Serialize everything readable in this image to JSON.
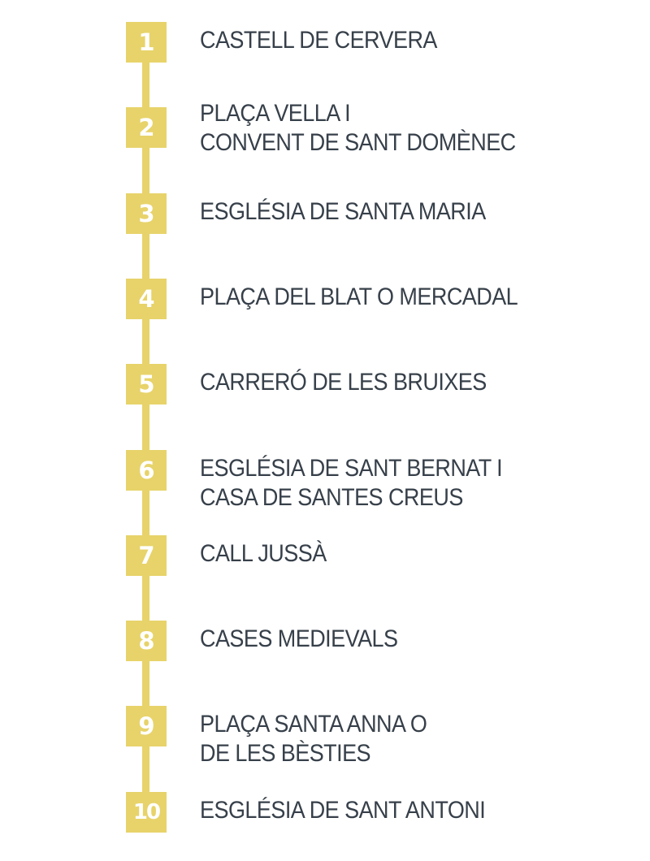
{
  "route": {
    "accent_color": "#e7d36a",
    "text_color": "#37404a",
    "stops": [
      {
        "number": "1",
        "lines": [
          "CASTELL DE CERVERA"
        ]
      },
      {
        "number": "2",
        "lines": [
          "PLAÇA VELLA I",
          "CONVENT DE SANT DOMÈNEC"
        ]
      },
      {
        "number": "3",
        "lines": [
          "ESGLÉSIA DE SANTA MARIA"
        ]
      },
      {
        "number": "4",
        "lines": [
          "PLAÇA DEL BLAT O MERCADAL"
        ]
      },
      {
        "number": "5",
        "lines": [
          "CARRERÓ DE LES BRUIXES"
        ]
      },
      {
        "number": "6",
        "lines": [
          "ESGLÉSIA DE SANT BERNAT I",
          "CASA DE SANTES CREUS"
        ]
      },
      {
        "number": "7",
        "lines": [
          "CALL JUSSÀ"
        ]
      },
      {
        "number": "8",
        "lines": [
          "CASES MEDIEVALS"
        ]
      },
      {
        "number": "9",
        "lines": [
          "PLAÇA SANTA ANNA O",
          "DE LES BÈSTIES"
        ]
      },
      {
        "number": "10",
        "lines": [
          "ESGLÉSIA DE SANT ANTONI"
        ]
      }
    ]
  }
}
